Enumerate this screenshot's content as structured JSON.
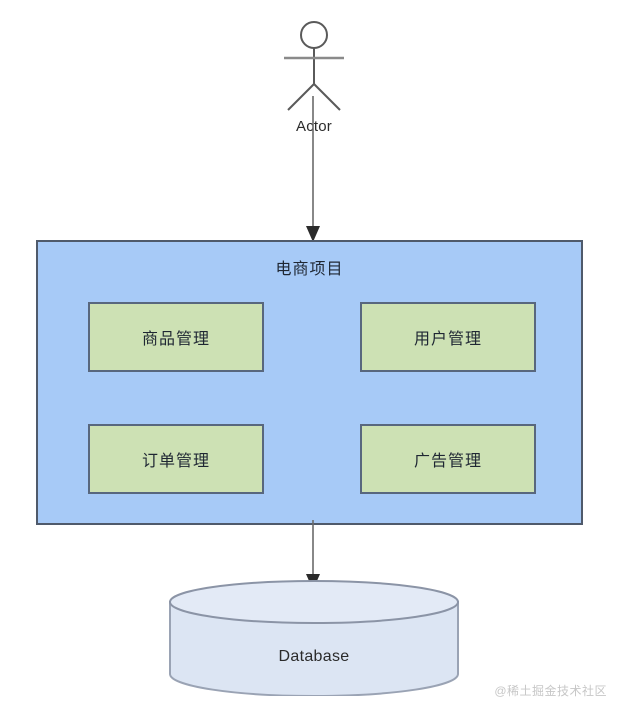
{
  "diagram": {
    "type": "architecture-diagram",
    "actor": {
      "label": "Actor",
      "icon": "stick-figure-actor-icon"
    },
    "system": {
      "title": "电商项目",
      "modules": [
        {
          "label": "商品管理"
        },
        {
          "label": "用户管理"
        },
        {
          "label": "订单管理"
        },
        {
          "label": "广告管理"
        }
      ]
    },
    "database": {
      "label": "Database",
      "icon": "cylinder-database-icon"
    },
    "connectors": [
      {
        "name": "actor-to-system",
        "from": "Actor",
        "to": "电商项目",
        "arrow": "down"
      },
      {
        "name": "system-to-database",
        "from": "电商项目",
        "to": "Database",
        "arrow": "down"
      }
    ],
    "colors": {
      "system_fill": "#a7caf7",
      "system_border": "#4f5a6b",
      "module_fill": "#cde1b4",
      "module_border": "#58677e",
      "database_fill": "#dce5f3",
      "database_border": "#9aa3b4",
      "line": "#5a5a5a",
      "text": "#1f2733",
      "background": "#ffffff",
      "watermark": "#c7c7c7"
    }
  },
  "watermark": {
    "text": "@稀土掘金技术社区"
  }
}
